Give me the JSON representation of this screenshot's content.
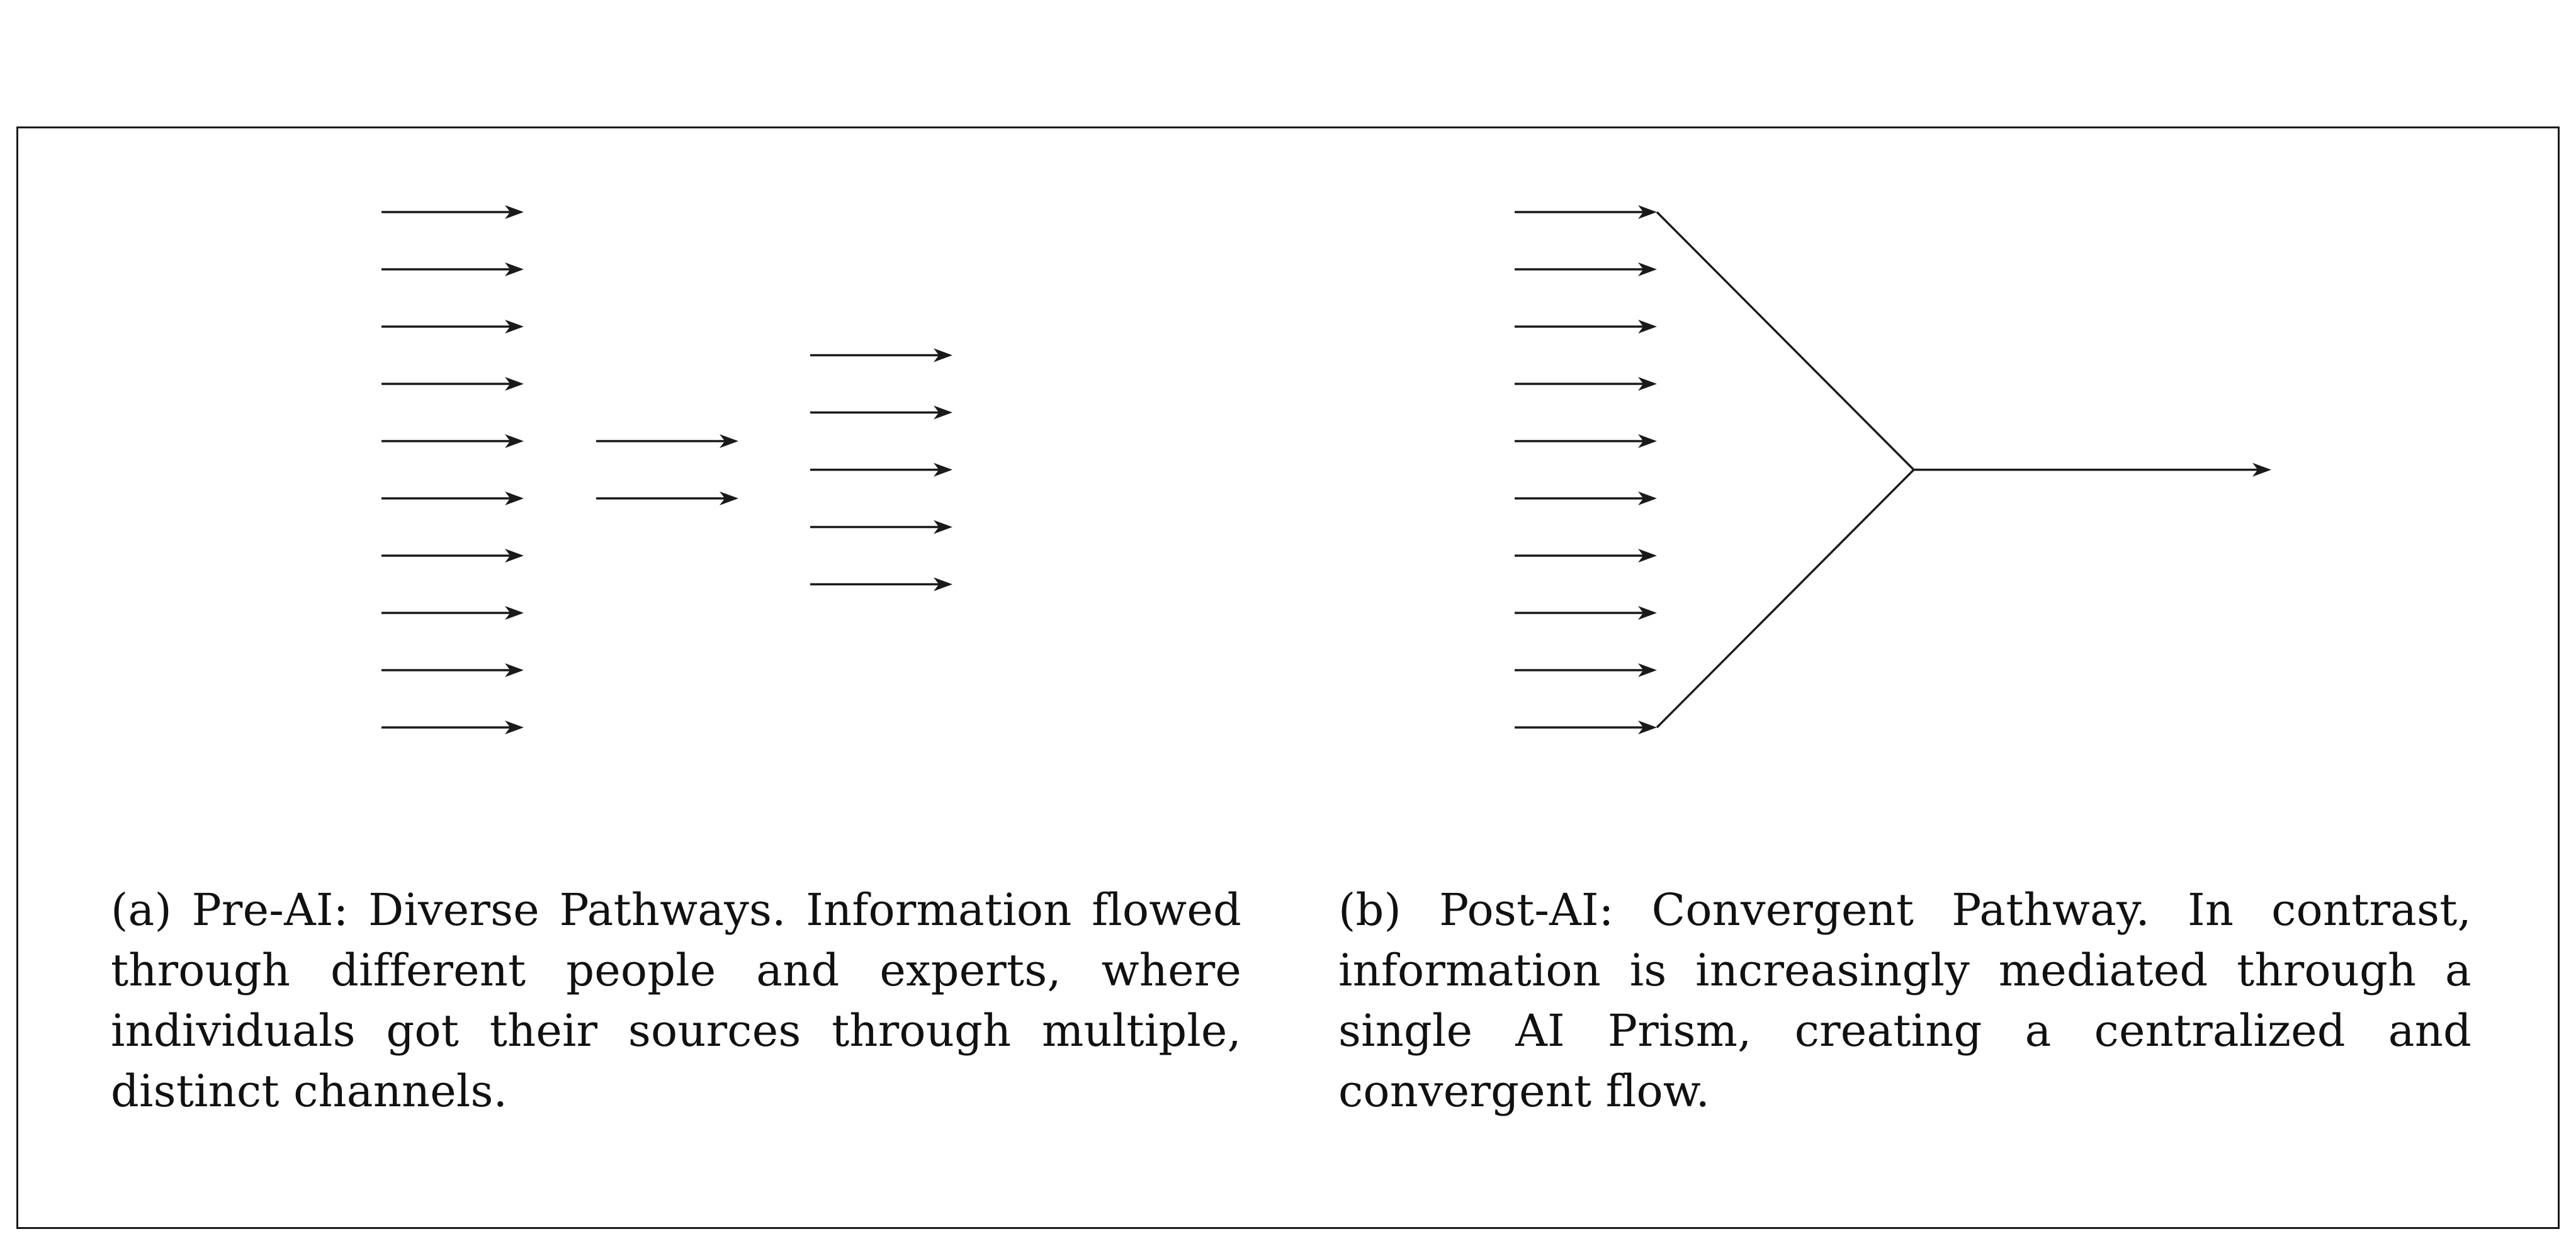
{
  "colors": {
    "stroke": "#1a1a1a",
    "text": "#111111",
    "background": "#ffffff"
  },
  "panel_a": {
    "caption_label": "(a)",
    "caption_title": "Pre-AI: Diverse Pathways.",
    "caption_text": "Information flowed through different people and experts, where individuals got their sources through multiple, distinct channels.",
    "groups": [
      {
        "arrow_count": 10
      },
      {
        "arrow_count": 2
      },
      {
        "arrow_count": 5
      }
    ]
  },
  "panel_b": {
    "caption_label": "(b)",
    "caption_title": "Post-AI: Convergent Pathway.",
    "caption_text": "In contrast, information is increasingly mediated through a single AI Prism, creating a centralized and convergent flow.",
    "input_arrow_count": 10,
    "output_arrow_count": 1
  }
}
